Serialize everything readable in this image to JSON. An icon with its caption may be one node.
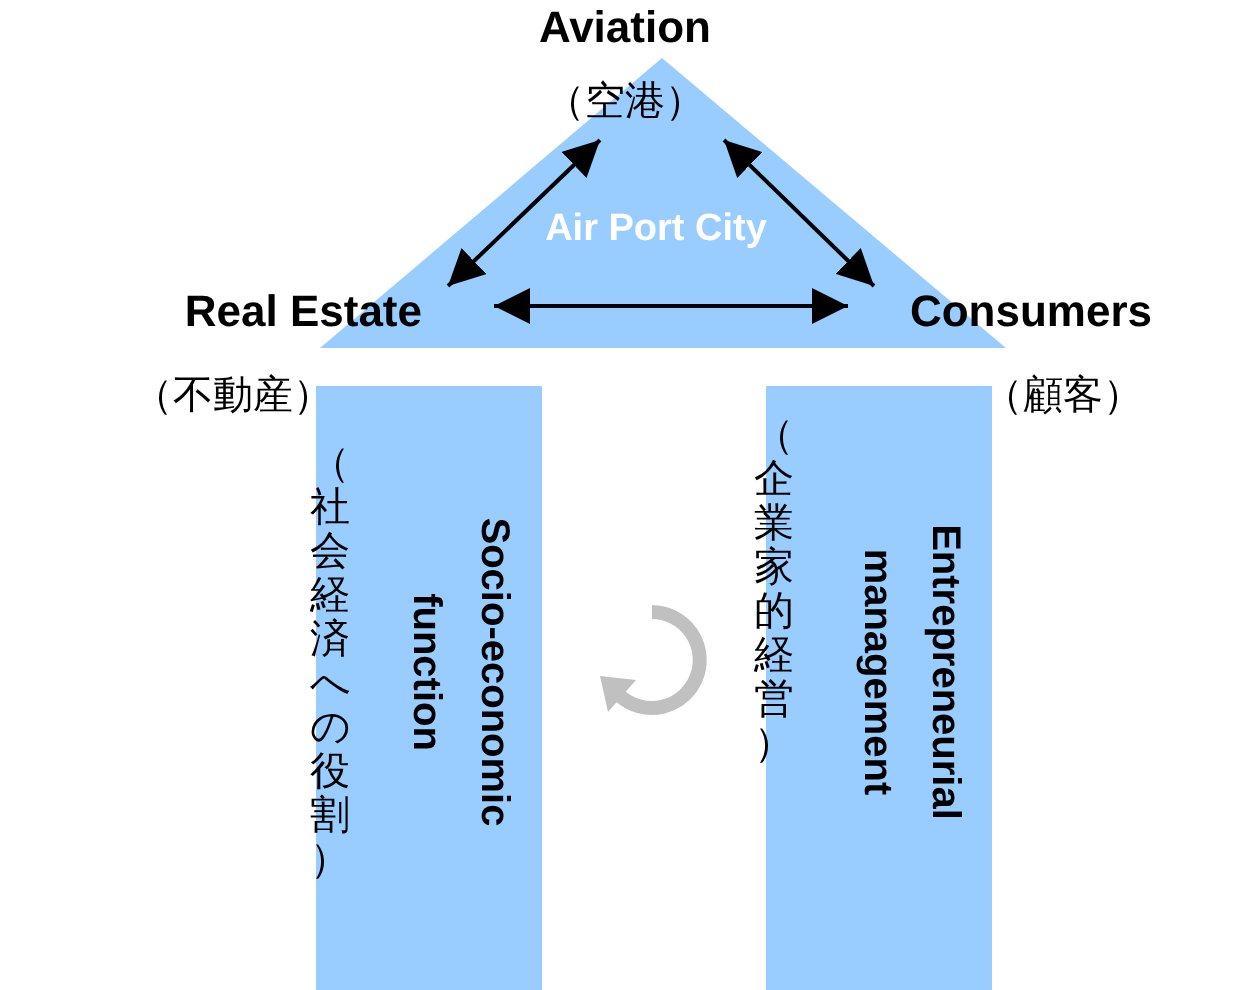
{
  "diagram": {
    "nodes": [
      {
        "text": [
          "Air Port City"
        ]
      },
      {
        "text": [
          "Aviation",
          "（空港）"
        ]
      },
      {
        "text": [
          "Real Estate",
          "（不動産）"
        ]
      },
      {
        "text": [
          "Consumers",
          "（顧客）"
        ]
      },
      {
        "text": [
          "Socio-economic function",
          "（社会経済への役割）"
        ]
      },
      {
        "text": [
          "Entrepreneurial management",
          "（企業家的経営）"
        ]
      }
    ],
    "edges": [
      {
        "from": 1,
        "to": 2,
        "arrow": "both"
      },
      {
        "from": 1,
        "to": 3,
        "arrow": "both"
      },
      {
        "from": 2,
        "to": 3,
        "arrow": "both"
      }
    ]
  }
}
